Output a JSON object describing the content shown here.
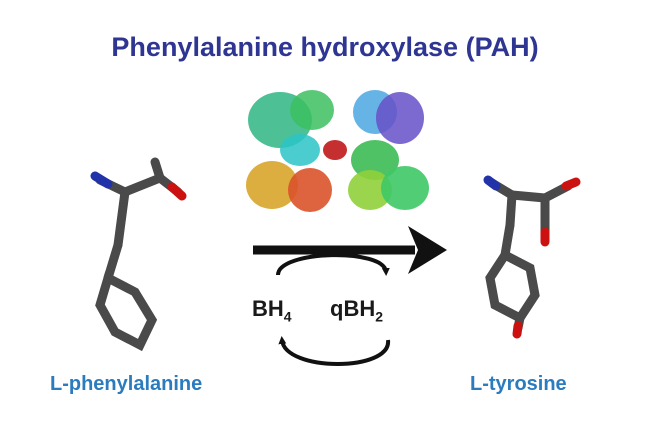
{
  "title": "Phenylalanine hydroxylase (PAH)",
  "substrate": "L-phenylalanine",
  "product": "L-tyrosine",
  "cofactor_in": {
    "base": "BH",
    "sub": "4"
  },
  "cofactor_out": {
    "base": "qBH",
    "sub": "2"
  },
  "colors": {
    "title": "#2e3592",
    "labels": "#2b7bbf",
    "nitrogen": "#2233aa",
    "oxygen": "#cc1111",
    "carbon": "#555555"
  }
}
